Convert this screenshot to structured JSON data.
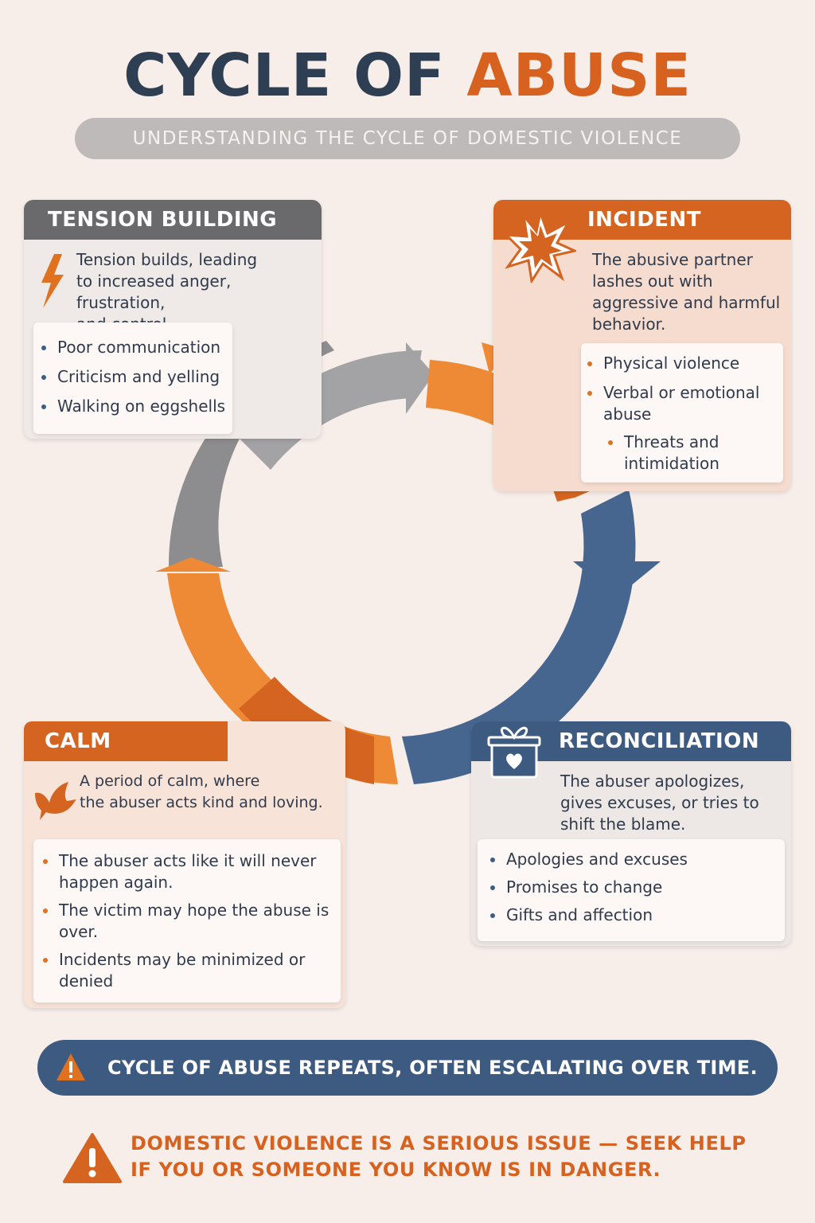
{
  "title": {
    "part1": "CYCLE OF",
    "part2": "ABUSE"
  },
  "subtitle": "UNDERSTANDING THE CYCLE OF DOMESTIC VIOLENCE",
  "tension": {
    "heading": "TENSION BUILDING",
    "icon": "lightning-icon",
    "intro": [
      "Tension builds, leading",
      "to increased anger, frustration,",
      "and control."
    ],
    "items": [
      "Poor communication",
      "Criticism and yelling",
      "Walking on eggshells"
    ]
  },
  "incident": {
    "heading": "INCIDENT",
    "icon": "explosion-icon",
    "intro": [
      "The abusive partner",
      "lashes out with",
      "aggressive and harmful",
      "behavior."
    ],
    "items": [
      "Physical violence",
      "Verbal or emotional abuse",
      "Threats and intimidation"
    ]
  },
  "calm": {
    "heading": "CALM",
    "icon": "dove-icon",
    "intro": [
      "A period of calm, where",
      "the abuser acts kind and loving."
    ],
    "items": [
      "The abuser acts like it will never happen again.",
      "The victim may hope the abuse is over.",
      "Incidents may be minimized or denied"
    ]
  },
  "reconciliation": {
    "heading": "RECONCILIATION",
    "icon": "gift-icon",
    "intro": [
      "The abuser apologizes,",
      "gives excuses, or tries to",
      "shift the blame."
    ],
    "items": [
      "Apologies and excuses",
      "Promises to change",
      "Gifts and affection"
    ]
  },
  "banner": {
    "text": "CYCLE OF ABUSE REPEATS, OFTEN ESCALATING OVER TIME.",
    "icon": "warning-icon"
  },
  "warning": {
    "lines": [
      "DOMESTIC VIOLENCE IS A SERIOUS ISSUE — SEEK HELP",
      "IF YOU OR SOMEONE YOU KNOW IS IN DANGER."
    ],
    "icon": "warning-triangle-icon"
  },
  "colors": {
    "navy": "#2e3f54",
    "orange": "#d7621f",
    "gray": "#6a6a6d",
    "blue": "#3d5a80"
  }
}
